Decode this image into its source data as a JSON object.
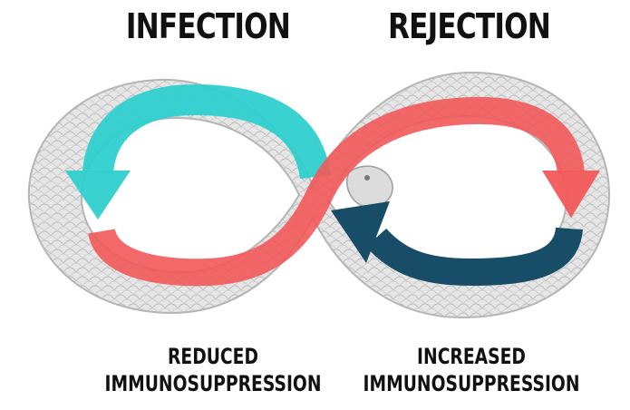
{
  "titles": {
    "left": "INFECTION",
    "right": "REJECTION"
  },
  "captions": {
    "left_line1": "REDUCED",
    "left_line2": "IMMUNOSUPPRESSION",
    "right_line1": "INCREASED",
    "right_line2": "IMMUNOSUPPRESSION"
  },
  "colors": {
    "snake_outline": "#bdbdbd",
    "snake_fill": "#e4e4e4",
    "infection_arrow": "#2fcfcf",
    "rejection_arrow": "#f2595a",
    "return_arrow": "#174d66"
  },
  "icons": {
    "snake": "ouroboros-infinity-snake"
  }
}
